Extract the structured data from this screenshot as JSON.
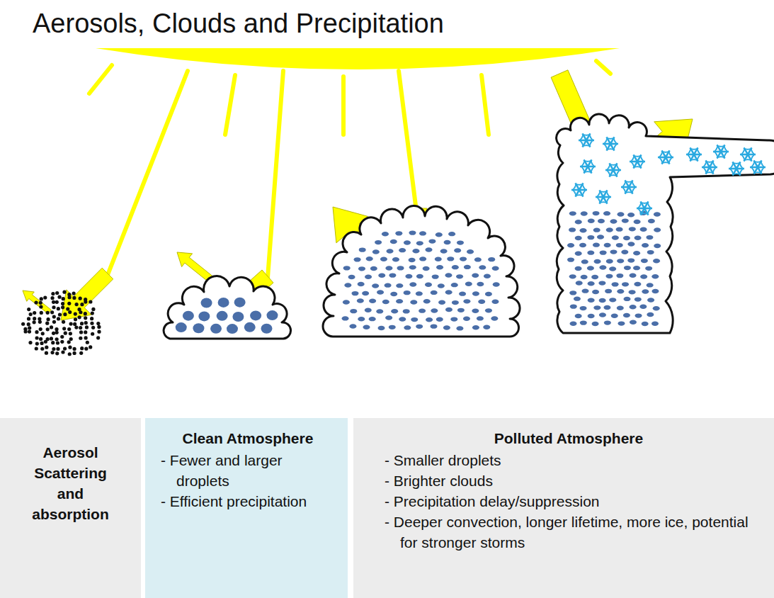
{
  "diagram": {
    "title": "Aerosols, Clouds and Precipitation",
    "nodes": [
      {
        "text": [
          "Aerosol Scattering and absorption"
        ]
      },
      {
        "text": [
          "Clean Atmosphere",
          "- Fewer and larger droplets",
          "- Efficient precipitation"
        ]
      },
      {
        "text": [
          "Polluted Atmosphere",
          "- Smaller droplets",
          "- Brighter clouds",
          "- Precipitation delay/suppression",
          "- Deeper convection, longer lifetime, more ice, potential for stronger storms"
        ]
      }
    ]
  }
}
